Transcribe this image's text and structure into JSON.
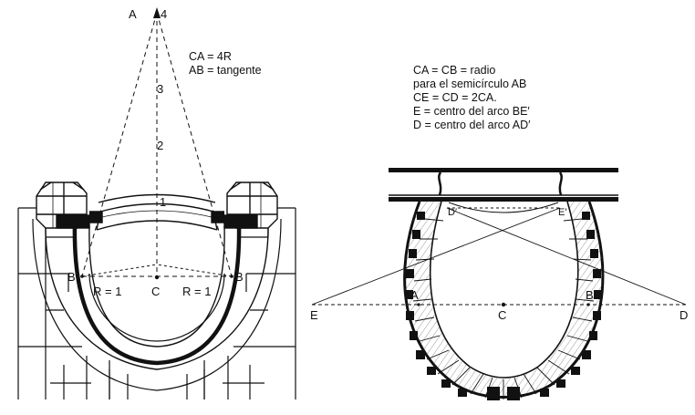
{
  "left_figure": {
    "notes": [
      "CA = 4R",
      "AB = tangente"
    ],
    "labels": {
      "apex": "A",
      "scale_top": "4",
      "scale_3": "3",
      "scale_2": "2",
      "scale_1": "1",
      "point_left": "B",
      "point_right": "B",
      "center": "C",
      "radius_left": "R = 1",
      "radius_right": "R = 1"
    }
  },
  "right_figure": {
    "notes": [
      "CA = CB = radio",
      "para el semicírculo AB",
      "CE = CD = 2CA.",
      "E = centro del arco BE′",
      "D = centro del arco AD′"
    ],
    "labels": {
      "point_a": "A",
      "point_b": "B",
      "point_c": "C",
      "point_d": "D",
      "point_e": "E",
      "point_d_prime": "D′",
      "point_e_prime": "E′"
    }
  },
  "colors": {
    "ink": "#111111",
    "paper": "#ffffff",
    "hatch": "#444444"
  }
}
